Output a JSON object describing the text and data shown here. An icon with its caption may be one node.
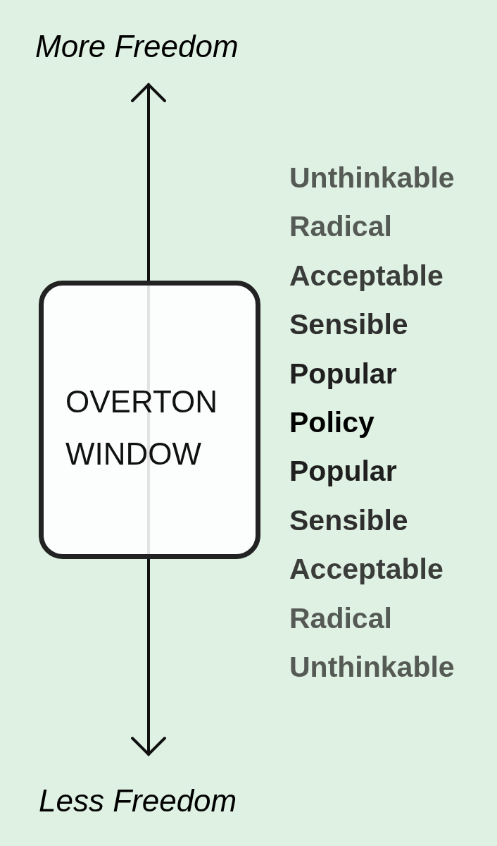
{
  "diagram": {
    "nodes": [
      {
        "text": [
          "OVERTON WINDOW"
        ]
      }
    ],
    "labels": [
      "More Freedom",
      "Unthinkable",
      "Radical",
      "Acceptable",
      "Sensible",
      "Popular",
      "Policy",
      "Popular",
      "Sensible",
      "Acceptable",
      "Radical",
      "Unthinkable",
      "Less Freedom"
    ]
  }
}
